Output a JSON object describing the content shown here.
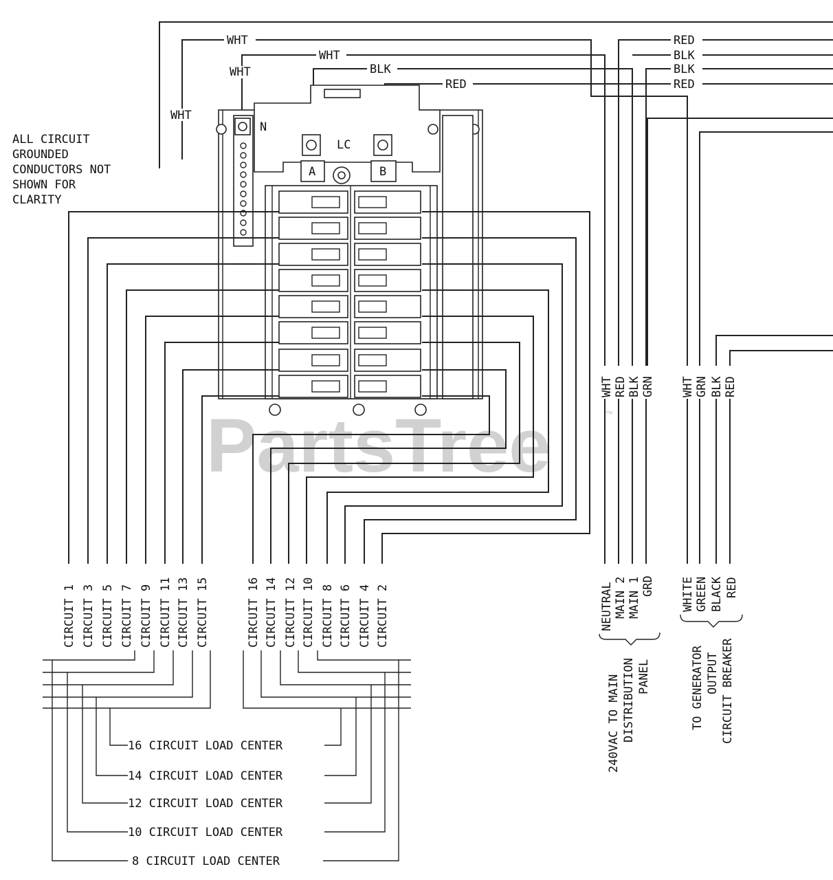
{
  "wire_colors": {
    "white": "WHT",
    "black": "BLK",
    "red": "RED",
    "green": "GRN"
  },
  "panel": {
    "neutral_label": "N",
    "lc_label": "LC",
    "bus_a": "A",
    "bus_b": "B"
  },
  "note": [
    "ALL CIRCUIT",
    "GROUNDED",
    "CONDUCTORS NOT",
    "SHOWN FOR",
    "CLARITY"
  ],
  "circuits_left": [
    "CIRCUIT 1",
    "CIRCUIT 3",
    "CIRCUIT 5",
    "CIRCUIT 7",
    "CIRCUIT 9",
    "CIRCUIT 11",
    "CIRCUIT 13",
    "CIRCUIT 15"
  ],
  "circuits_right": [
    "CIRCUIT 16",
    "CIRCUIT 14",
    "CIRCUIT 12",
    "CIRCUIT 10",
    "CIRCUIT 8",
    "CIRCUIT 6",
    "CIRCUIT 4",
    "CIRCUIT 2"
  ],
  "main_group": {
    "wires": [
      "NEUTRAL",
      "MAIN 2",
      "MAIN 1",
      "GRD"
    ],
    "caption": [
      "240VAC TO MAIN",
      "DISTRIBUTION",
      "PANEL"
    ]
  },
  "gen_group": {
    "wires": [
      "WHITE",
      "GREEN",
      "BLACK",
      "RED"
    ],
    "caption": [
      "TO GENERATOR",
      "OUTPUT",
      "CIRCUIT BREAKER"
    ]
  },
  "load_centers": [
    "16 CIRCUIT LOAD CENTER",
    "14 CIRCUIT LOAD CENTER",
    "12 CIRCUIT LOAD CENTER",
    "10 CIRCUIT LOAD CENTER",
    "8 CIRCUIT LOAD CENTER"
  ],
  "watermark": "PartsTree",
  "watermark_mark": "™"
}
